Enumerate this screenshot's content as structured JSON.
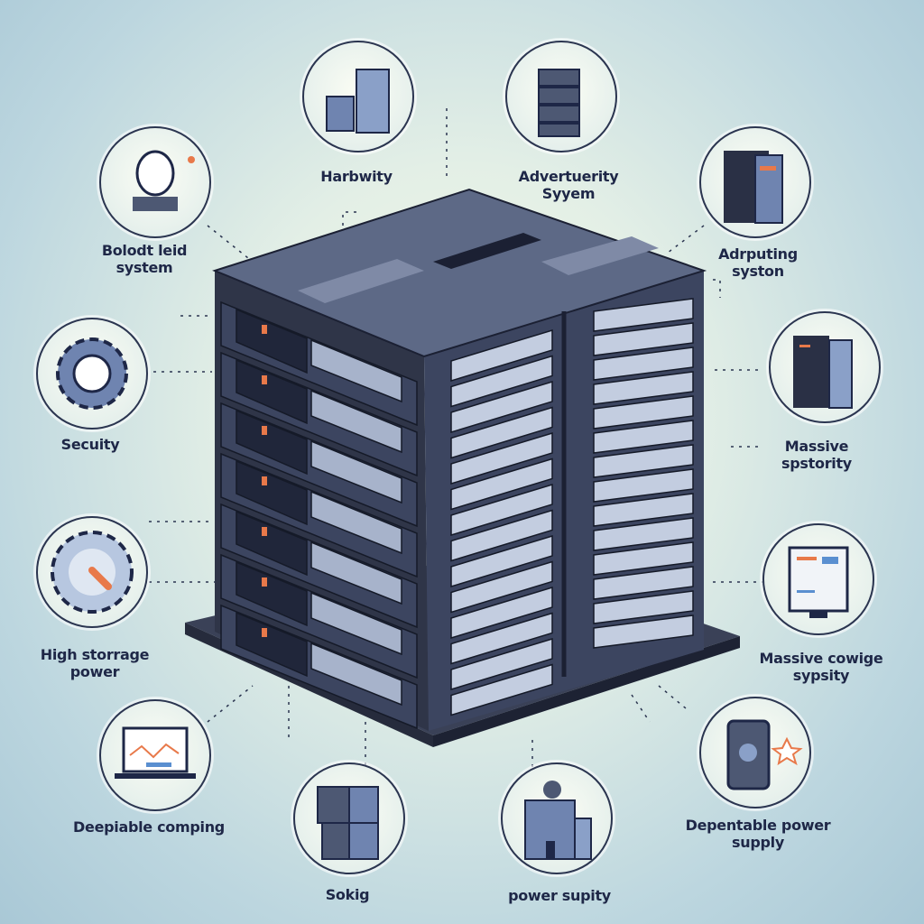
{
  "labels": {
    "bulb": [
      "Bolodt leid",
      "system"
    ],
    "harbwity": [
      "Harbwity"
    ],
    "advertuerity": [
      "Advertuerity",
      "Syyem"
    ],
    "adrputing": [
      "Adrputing",
      "syston"
    ],
    "security": [
      "Secuity"
    ],
    "massive_spstority": [
      "Massive",
      "spstority"
    ],
    "high_storage": [
      "High storrage",
      "power"
    ],
    "massive_cowige": [
      "Massive cowige",
      "sypsity"
    ],
    "deepiable": [
      "Deepiable comping"
    ],
    "sokig": [
      "Sokig"
    ],
    "power_supity": [
      "power supity"
    ],
    "dependable": [
      "Depentable power",
      "supply"
    ]
  },
  "colors": {
    "navy": "#1e2747",
    "rack_dark": "#2a3045",
    "rack_mid": "#4d5873",
    "accent_orange": "#e8794a",
    "accent_blue": "#5a8fd0"
  }
}
